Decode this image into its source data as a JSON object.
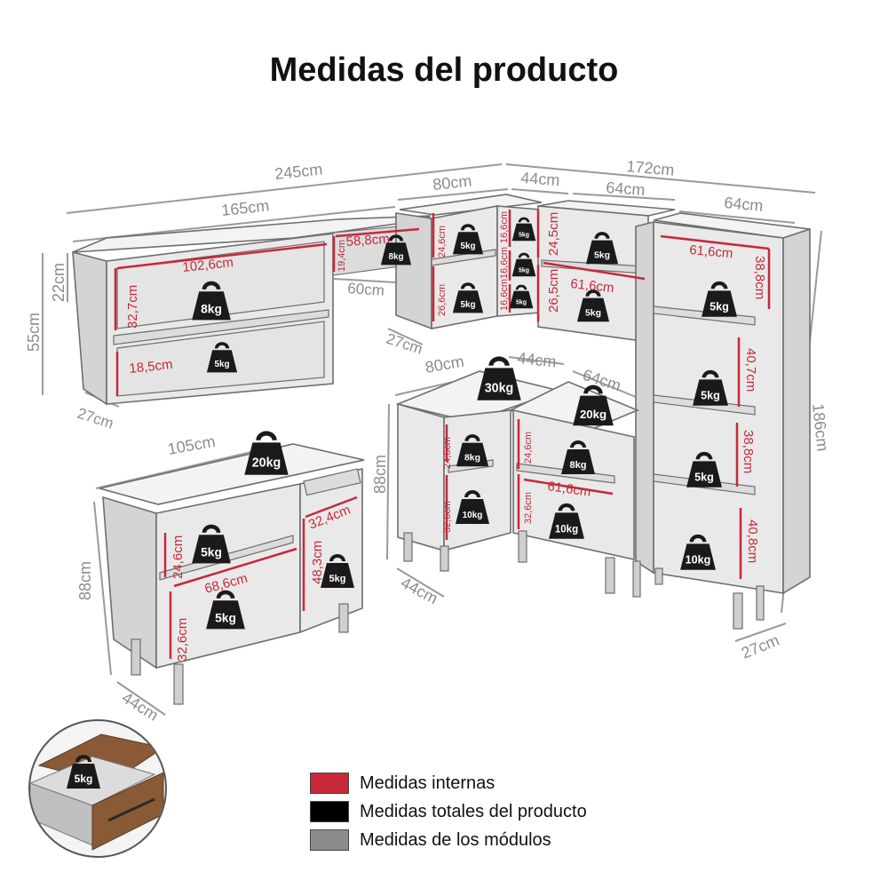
{
  "title": "Medidas del producto",
  "colors": {
    "internal": "#c8283a",
    "total": "#000000",
    "module": "#8c8c8c"
  },
  "legend": [
    {
      "label": "Medidas internas",
      "color": "#c8283a"
    },
    {
      "label": "Medidas totales del producto",
      "color": "#000000"
    },
    {
      "label": "Medidas de los módulos",
      "color": "#8c8c8c"
    }
  ],
  "diagram": {
    "labels_gray": {
      "total_top_left": "245cm",
      "total_top_right": "172cm",
      "upper_left_width": "165cm",
      "upper_corner_width": "80cm",
      "upper_corner_depth": "44cm",
      "upper_right_width": "64cm",
      "tower_width": "64cm",
      "upper_left_height": "22cm",
      "upper_left_total_height": "55cm",
      "upper_left_depth": "27cm",
      "upper_niche_width": "60cm",
      "upper_corner_depth2": "27cm",
      "base_left_width": "105cm",
      "base_left_height": "88cm",
      "base_left_depth": "44cm",
      "base_corner_width": "80cm",
      "base_corner_depth": "44cm",
      "base_corner_height": "88cm",
      "base_corner_depth2": "44cm",
      "base_right_width": "64cm",
      "tower_height": "186cm",
      "tower_depth": "27cm"
    },
    "labels_red": {
      "upper_left_inner_width": "102,6cm",
      "upper_left_inner_height": "32,7cm",
      "upper_left_low_height": "18,5cm",
      "niche_width": "58,8cm",
      "niche_height": "19,4cm",
      "corner_upper_h1": "24,6cm",
      "corner_upper_h2": "26,6cm",
      "corner_small_1": "16,6cm",
      "corner_small_2": "16,6cm",
      "corner_small_3": "16,6cm",
      "upper_right_h1": "24,5cm",
      "upper_right_h2": "26,5cm",
      "upper_right_w": "61,6cm",
      "tower_w": "61,6cm",
      "tower_h1": "38,8cm",
      "tower_h2": "40,7cm",
      "tower_h3": "38,8cm",
      "tower_h4": "40,8cm",
      "base_left_h1": "24,6cm",
      "base_left_w": "68,6cm",
      "base_left_h2": "32,6cm",
      "base_left_door_w": "32,4cm",
      "base_left_door_h": "48,3cm",
      "base_corner_h1": "24,6cm",
      "base_corner_h2": "32,6cm",
      "base_right_h1": "24,6cm",
      "base_right_h2": "32,6cm",
      "base_right_w": "61,6cm"
    },
    "weights": {
      "upper_left_top": "8kg",
      "upper_left_bottom": "5kg",
      "niche": "8kg",
      "corner_upper_top": "5kg",
      "corner_upper_bottom": "5kg",
      "corner_small_1": "5kg",
      "corner_small_2": "5kg",
      "corner_small_3": "5kg",
      "upper_right_top": "5kg",
      "upper_right_bottom": "5kg",
      "tower_1": "5kg",
      "tower_2": "5kg",
      "tower_3": "5kg",
      "tower_4": "10kg",
      "base_left_top": "20kg",
      "base_left_shelf": "5kg",
      "base_left_bottom": "5kg",
      "base_left_door": "5kg",
      "base_corner_top": "30kg",
      "base_corner_shelf": "8kg",
      "base_corner_bottom": "10kg",
      "base_right_top": "20kg",
      "base_right_shelf": "8kg",
      "base_right_bottom": "10kg",
      "drawer": "5kg"
    }
  }
}
